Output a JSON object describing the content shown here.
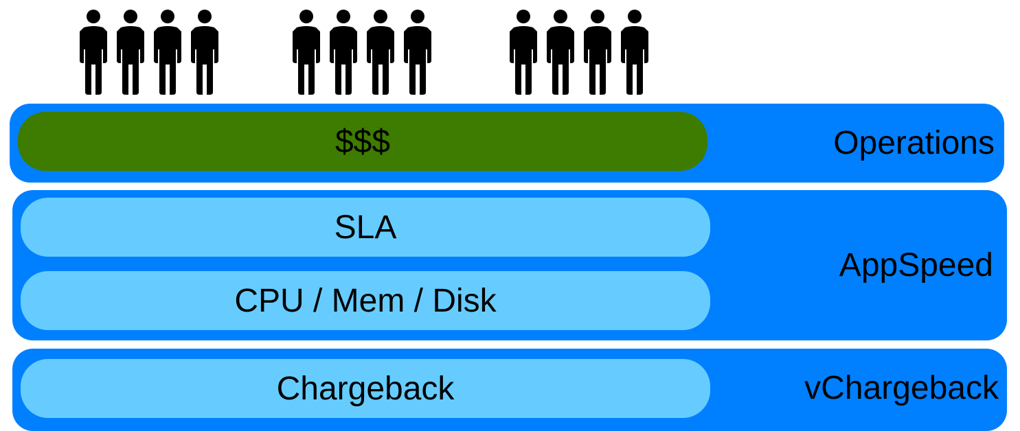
{
  "people": {
    "groups": [
      {
        "count": 4
      },
      {
        "count": 4
      },
      {
        "count": 4
      }
    ]
  },
  "layers": {
    "operations": {
      "label": "Operations",
      "items": [
        "$$$"
      ]
    },
    "appspeed": {
      "label": "AppSpeed",
      "items": [
        "SLA",
        "CPU / Mem / Disk"
      ]
    },
    "vchargeback": {
      "label": "vChargeback",
      "items": [
        "Chargeback"
      ]
    }
  },
  "colors": {
    "band": "#0080ff",
    "money_pill": "#3d7c00",
    "metric_pill": "#66ccff",
    "people": "#000000"
  },
  "icons": [
    "person-icon"
  ]
}
